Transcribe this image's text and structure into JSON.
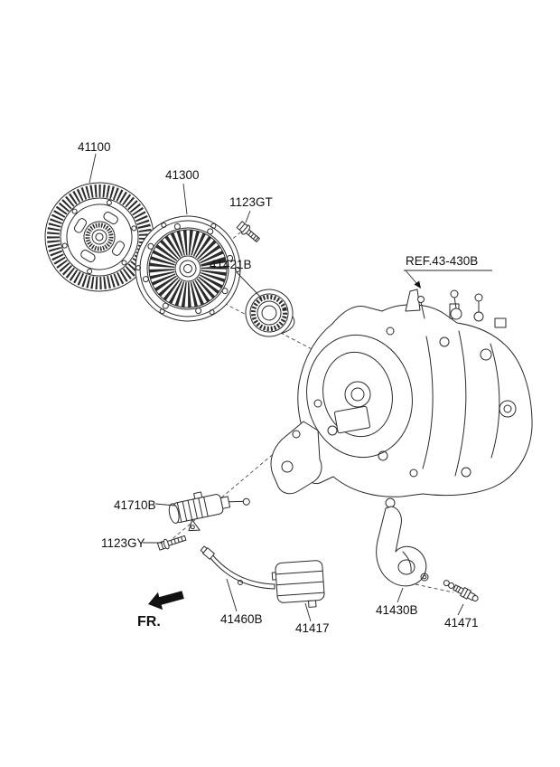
{
  "diagram": {
    "parts": {
      "clutch_disc": "41100",
      "clutch_cover": "41300",
      "bolt_cover": "1123GT",
      "release_bearing": "41421B",
      "ref_transaxle": "REF.43-430B",
      "release_cylinder": "41710B",
      "bolt_cylinder": "1123GY",
      "clutch_tube": "41460B",
      "damper": "41417",
      "release_fork": "41430B",
      "switch": "41471"
    },
    "front_marker": "FR.",
    "colors": {
      "line": "#2a2a2a",
      "background": "#ffffff"
    }
  }
}
